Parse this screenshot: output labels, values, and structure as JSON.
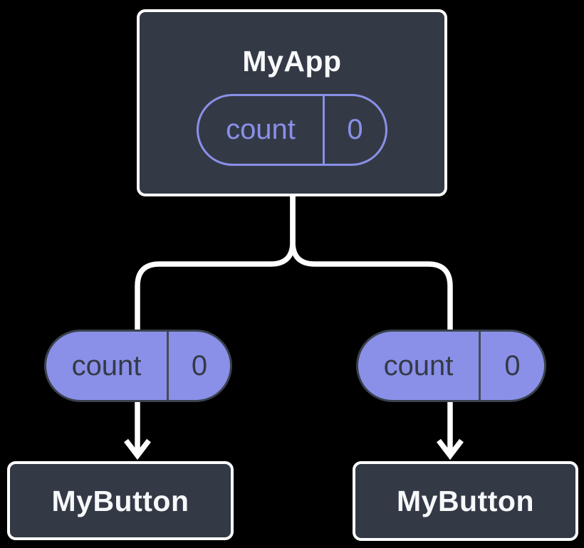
{
  "diagram": {
    "root": {
      "title": "MyApp",
      "state": {
        "label": "count",
        "value": "0"
      }
    },
    "children": [
      {
        "prop": {
          "label": "count",
          "value": "0"
        },
        "title": "MyButton"
      },
      {
        "prop": {
          "label": "count",
          "value": "0"
        },
        "title": "MyButton"
      }
    ]
  },
  "colors": {
    "background": "#000000",
    "node_fill": "#333a46",
    "node_border": "#ffffff",
    "node_text": "#f7f8fa",
    "state_pill_outline": "#8a90e8",
    "state_pill_text": "#8a90e8",
    "prop_pill_fill": "#8a90e8",
    "prop_pill_outline": "#3a414c",
    "prop_pill_text": "#333a46",
    "connector_line": "#ffffff"
  }
}
